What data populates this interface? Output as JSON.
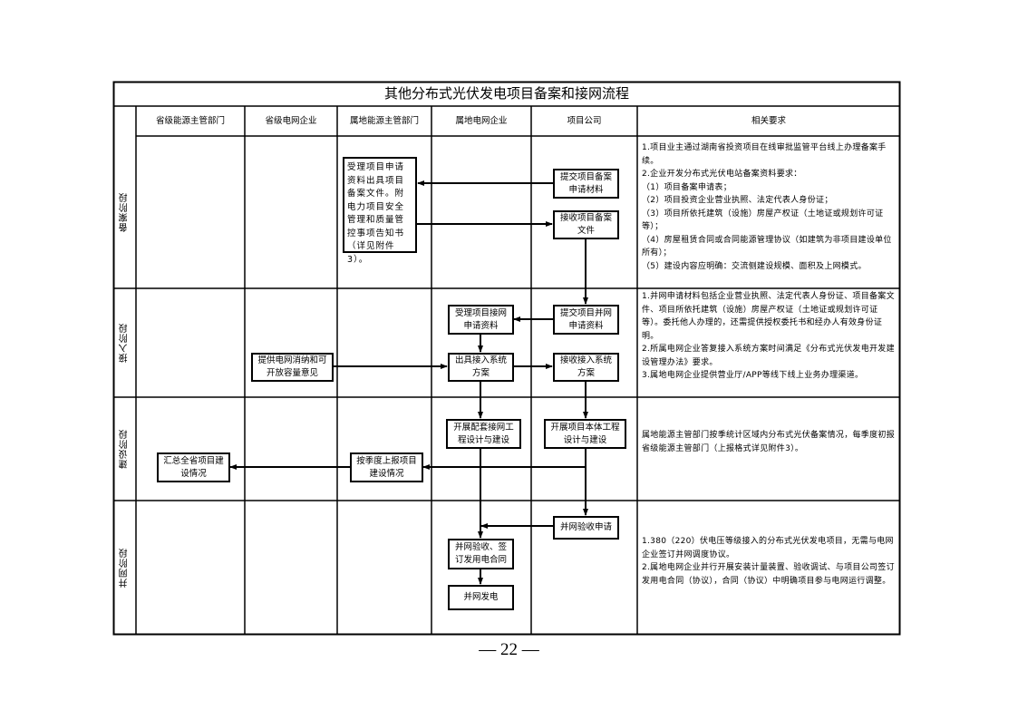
{
  "title": "其他分布式光伏发电项目备案和接网流程",
  "columns": [
    "省级能源主管部门",
    "省级电网企业",
    "属地能源主管部门",
    "属地电网企业",
    "项目公司",
    "相关要求"
  ],
  "stages": [
    "备案阶段",
    "接入阶段",
    "建设阶段",
    "并网阶段"
  ],
  "boxes": {
    "accept_filing": "受理项目申请资料出具项目备案文件。附电力项目安全管理和质量管控事项告知书（详见附件3）。",
    "submit_filing": "提交项目备案申请材料",
    "receive_filing": "接收项目备案文件",
    "accept_grid_app": "受理项目接网申请资料",
    "submit_grid_app": "提交项目并网申请资料",
    "capacity_opinion": "提供电网消纳和可开放容量意见",
    "issue_access_plan": "出具接入系统方案",
    "receive_access_plan": "接收接入系统方案",
    "grid_construction": "开展配套接网工程设计与建设",
    "project_construction": "开展项目本体工程设计与建设",
    "quarterly_report": "按季度上报项目建设情况",
    "summarize": "汇总全省项目建设情况",
    "acceptance_request": "并网验收申请",
    "acceptance_contract": "并网验收、签订发用电合同",
    "grid_generation": "并网发电"
  },
  "requirements": {
    "filing": [
      "1.项目业主通过湖南省投资项目在线审批监管平台线上办理备案手续。",
      "2.企业开发分布式光伏电站备案资料要求：",
      "（1）项目备案申请表；",
      "（2）项目投资企业营业执照、法定代表人身份证；",
      "（3）项目所依托建筑（设施）房屋产权证（土地证或规划许可证等）；",
      "（4）房屋租赁合同或合同能源管理协议（如建筑为非项目建设单位所有）；",
      "（5）建设内容应明确：交流侧建设规模、面积及上网模式。"
    ],
    "access": [
      "1.并网申请材料包括企业营业执照、法定代表人身份证、项目备案文件、项目所依托建筑（设施）房屋产权证（土地证或规划许可证等）。委托他人办理的，还需提供授权委托书和经办人有效身份证明。",
      "2.所属电网企业答复接入系统方案时间满足《分布式光伏发电开发建设管理办法》要求。",
      "3.属地电网企业提供营业厅/APP等线下线上业务办理渠道。"
    ],
    "construction": [
      "属地能源主管部门按季统计区域内分布式光伏备案情况，每季度初报省级能源主管部门（上报格式详见附件3）。"
    ],
    "grid": [
      "1.380（220）伏电压等级接入的分布式光伏发电项目，无需与电网企业签订并网调度协议。",
      "2.属地电网企业并行开展安装计量装置、验收调试、与项目公司签订发用电合同（协议），合同（协议）中明确项目参与电网运行调整。"
    ]
  },
  "page_number": "— 22 —"
}
